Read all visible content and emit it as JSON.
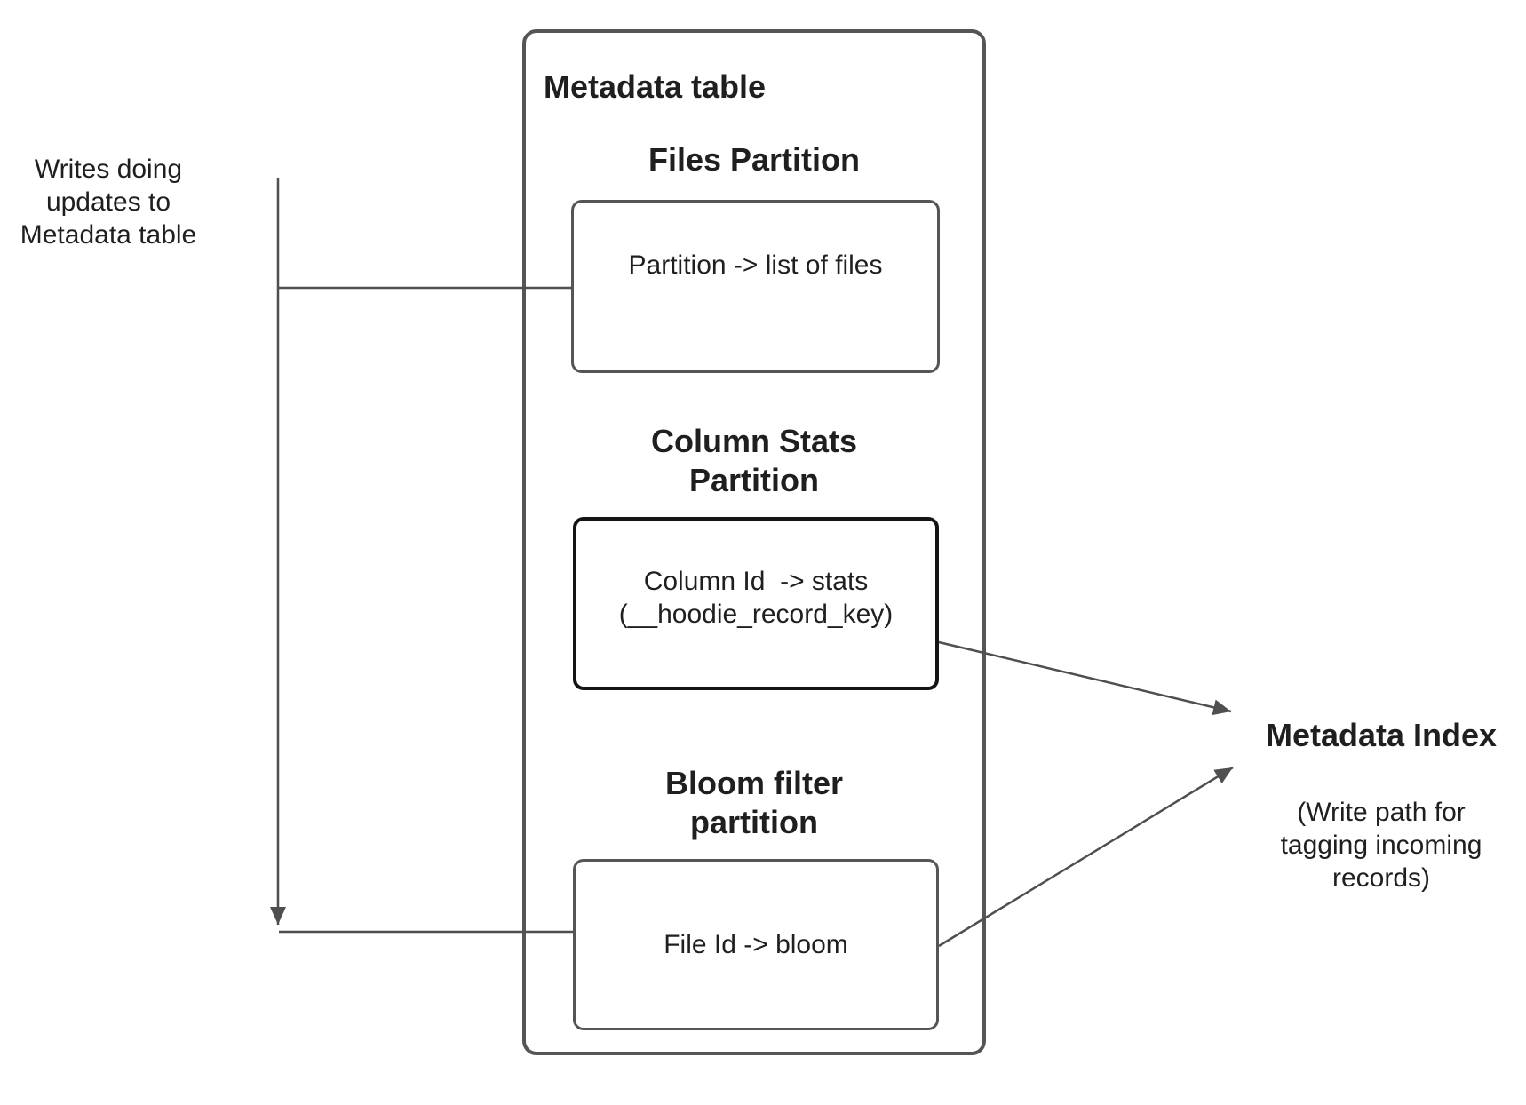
{
  "note": {
    "text": "Writes doing updates to Metadata table"
  },
  "container": {
    "title": "Metadata table"
  },
  "partitions": [
    {
      "heading": "Files Partition",
      "lines": [
        "Partition -> list of files"
      ]
    },
    {
      "heading": "Column Stats Partition",
      "lines": [
        "Column Id  -> stats",
        "(__hoodie_record_key)"
      ]
    },
    {
      "heading": "Bloom filter partition",
      "lines": [
        "File Id -> bloom"
      ]
    }
  ],
  "index": {
    "title": "Metadata Index",
    "subtitle": "(Write path for tagging incoming records)"
  },
  "colors": {
    "line": "#4f4f4f",
    "box_border": "#555555",
    "box_border_dark": "#141414",
    "text": "#1f1f1f",
    "background": "#ffffff"
  }
}
